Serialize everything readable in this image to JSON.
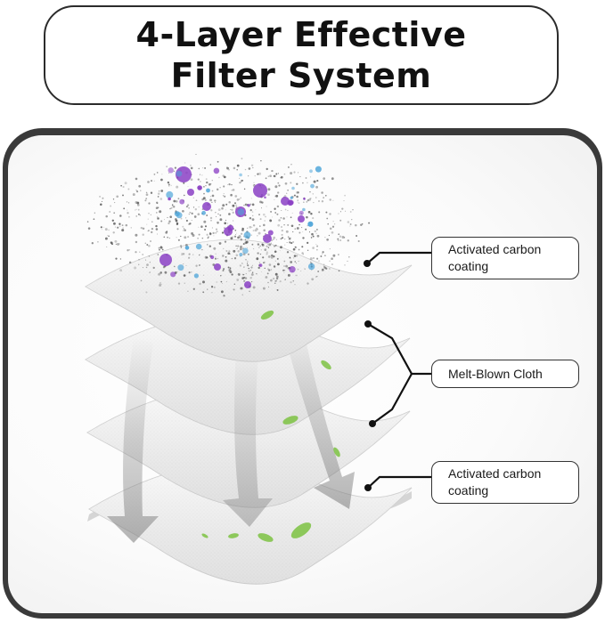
{
  "title": {
    "line1": "4-Layer Effective",
    "line2": "Filter System"
  },
  "labels": {
    "top": "Activated carbon\ncoating",
    "middle": "Melt-Blown Cloth",
    "bottom": "Activated carbon\ncoating"
  },
  "colors": {
    "panel_border": "#3a3a3a",
    "particle_purple": "#8a3fc4",
    "particle_blue": "#4aa3d8",
    "leaf_green": "#7cc242",
    "dust": "#555555"
  },
  "layer_count": 4
}
